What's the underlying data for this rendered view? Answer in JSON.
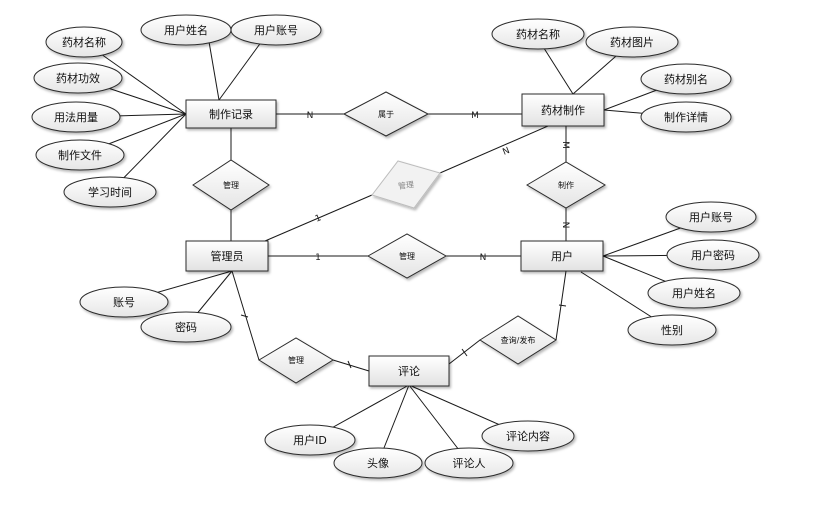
{
  "diagram": {
    "entities": [
      {
        "id": "zhizuojilu",
        "label": "制作记录"
      },
      {
        "id": "yaocaizhizuo",
        "label": "药材制作"
      },
      {
        "id": "guanliyuan",
        "label": "管理员"
      },
      {
        "id": "yonghu",
        "label": "用户"
      },
      {
        "id": "pinglun",
        "label": "评论"
      }
    ],
    "relationships": [
      {
        "id": "r_shuyu",
        "label": "属于"
      },
      {
        "id": "r_guanli1",
        "label": "管理"
      },
      {
        "id": "r_guanli2",
        "label": "管理",
        "faded": true
      },
      {
        "id": "r_guanli3",
        "label": "管理"
      },
      {
        "id": "r_zhizuo",
        "label": "制作"
      },
      {
        "id": "r_guanli4",
        "label": "管理"
      },
      {
        "id": "r_chaxun",
        "label": "查询/发布"
      }
    ],
    "attributes": [
      {
        "id": "a1",
        "entity": "zhizuojilu",
        "label": "药材名称"
      },
      {
        "id": "a2",
        "entity": "zhizuojilu",
        "label": "用户姓名"
      },
      {
        "id": "a3",
        "entity": "zhizuojilu",
        "label": "用户账号"
      },
      {
        "id": "a4",
        "entity": "zhizuojilu",
        "label": "药材功效"
      },
      {
        "id": "a5",
        "entity": "zhizuojilu",
        "label": "用法用量"
      },
      {
        "id": "a6",
        "entity": "zhizuojilu",
        "label": "制作文件"
      },
      {
        "id": "a7",
        "entity": "zhizuojilu",
        "label": "学习时间"
      },
      {
        "id": "b1",
        "entity": "yaocaizhizuo",
        "label": "药材名称"
      },
      {
        "id": "b2",
        "entity": "yaocaizhizuo",
        "label": "药材图片"
      },
      {
        "id": "b3",
        "entity": "yaocaizhizuo",
        "label": "药材别名"
      },
      {
        "id": "b4",
        "entity": "yaocaizhizuo",
        "label": "制作详情"
      },
      {
        "id": "c1",
        "entity": "guanliyuan",
        "label": "账号"
      },
      {
        "id": "c2",
        "entity": "guanliyuan",
        "label": "密码"
      },
      {
        "id": "d1",
        "entity": "yonghu",
        "label": "用户账号"
      },
      {
        "id": "d2",
        "entity": "yonghu",
        "label": "用户密码"
      },
      {
        "id": "d3",
        "entity": "yonghu",
        "label": "用户姓名"
      },
      {
        "id": "d4",
        "entity": "yonghu",
        "label": "性别"
      },
      {
        "id": "e1",
        "entity": "pinglun",
        "label": "用户ID"
      },
      {
        "id": "e2",
        "entity": "pinglun",
        "label": "头像"
      },
      {
        "id": "e3",
        "entity": "pinglun",
        "label": "评论人"
      },
      {
        "id": "e4",
        "entity": "pinglun",
        "label": "评论内容"
      }
    ],
    "cardinalities": [
      {
        "id": "k1",
        "label": "N"
      },
      {
        "id": "k2",
        "label": "M"
      },
      {
        "id": "k3",
        "label": "N"
      },
      {
        "id": "k4",
        "label": "1"
      },
      {
        "id": "k5",
        "label": "M"
      },
      {
        "id": "k6",
        "label": "N"
      },
      {
        "id": "k7",
        "label": "1"
      },
      {
        "id": "k8",
        "label": "N"
      }
    ]
  }
}
